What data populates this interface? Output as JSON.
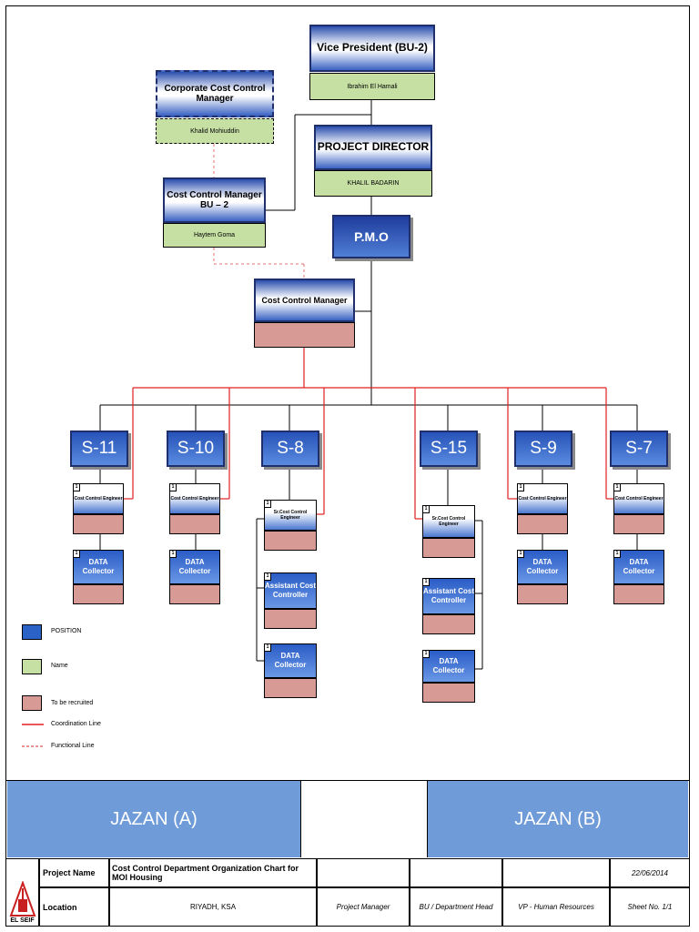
{
  "org": {
    "vp": {
      "title": "Vice President (BU-2)",
      "name": "Ibrahim El Hamali"
    },
    "corporate_cost_control": {
      "title": "Corporate Cost Control Manager",
      "name": "Khalid Mohiuddin"
    },
    "project_director": {
      "title": "PROJECT DIRECTOR",
      "name": "KHALIL BADARIN"
    },
    "cost_control_manager_bu2": {
      "title": "Cost Control Manager BU – 2",
      "name": "Haytem Goma"
    },
    "pmo": {
      "title": "P.M.O"
    },
    "cost_control_manager": {
      "title": "Cost Control Manager"
    },
    "sections": [
      {
        "label": "S-11"
      },
      {
        "label": "S-10"
      },
      {
        "label": "S-8"
      },
      {
        "label": "S-15"
      },
      {
        "label": "S-9"
      },
      {
        "label": "S-7"
      }
    ],
    "roles": {
      "cost_control_engineer": "Cost Control Engineer",
      "sr_cost_control_engineer": "Sr.Cost Control Engineer",
      "data_collector": "DATA Collector",
      "assistant_cost_controller": "Assistant Cost Controller",
      "count": "1"
    }
  },
  "legend": {
    "position": "POSITION",
    "name": "Name",
    "to_be_recruited": "To be recruited",
    "coordination_line": "Coordination Line",
    "functional_line": "Functional Line"
  },
  "colors": {
    "coordination": "#e02020",
    "functional": "#e07070",
    "band": "#6f9bd8"
  },
  "footer": {
    "band_left": "JAZAN  (A)",
    "band_right": "JAZAN (B)",
    "logo_text": "EL SEIF",
    "project_name_label": "Project Name",
    "project_name_value": "Cost Control Department Organization Chart for MOI Housing",
    "location_label": "Location",
    "location_value": "RIYADH, KSA",
    "date": "22/06/2014",
    "project_manager": "Project Manager",
    "bu_head": "BU / Department Head",
    "vp_hr": "VP - Human Resources",
    "sheet": "Sheet No. 1/1"
  }
}
